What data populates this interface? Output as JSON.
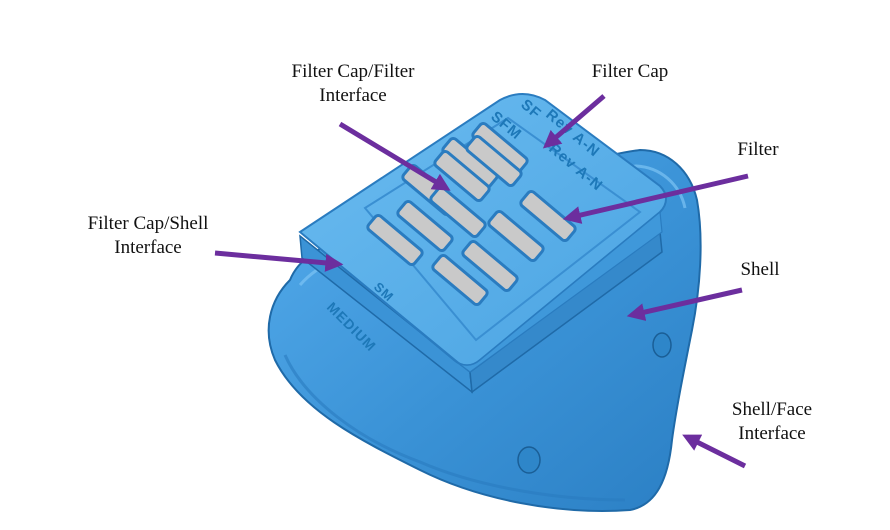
{
  "labels": {
    "filter_cap_filter_interface": [
      "Filter Cap/Filter",
      "Interface"
    ],
    "filter_cap": [
      "Filter Cap"
    ],
    "filter": [
      "Filter"
    ],
    "filter_cap_shell_interface": [
      "Filter Cap/Shell",
      "Interface"
    ],
    "shell": [
      "Shell"
    ],
    "shell_face_interface": [
      "Shell/Face",
      "Interface"
    ]
  },
  "engravings": {
    "sfm": "SFM",
    "sfm_partial": "SF",
    "rev_an": "Rev A-N",
    "rev_an_partial": "Rev A-N",
    "sm": "SM",
    "medium": "MEDIUM"
  },
  "colors": {
    "shell": "#3d96d9",
    "cap": "#56aee8",
    "filter_grey": "#c9c9c9",
    "arrow": "#6c2e9e"
  }
}
